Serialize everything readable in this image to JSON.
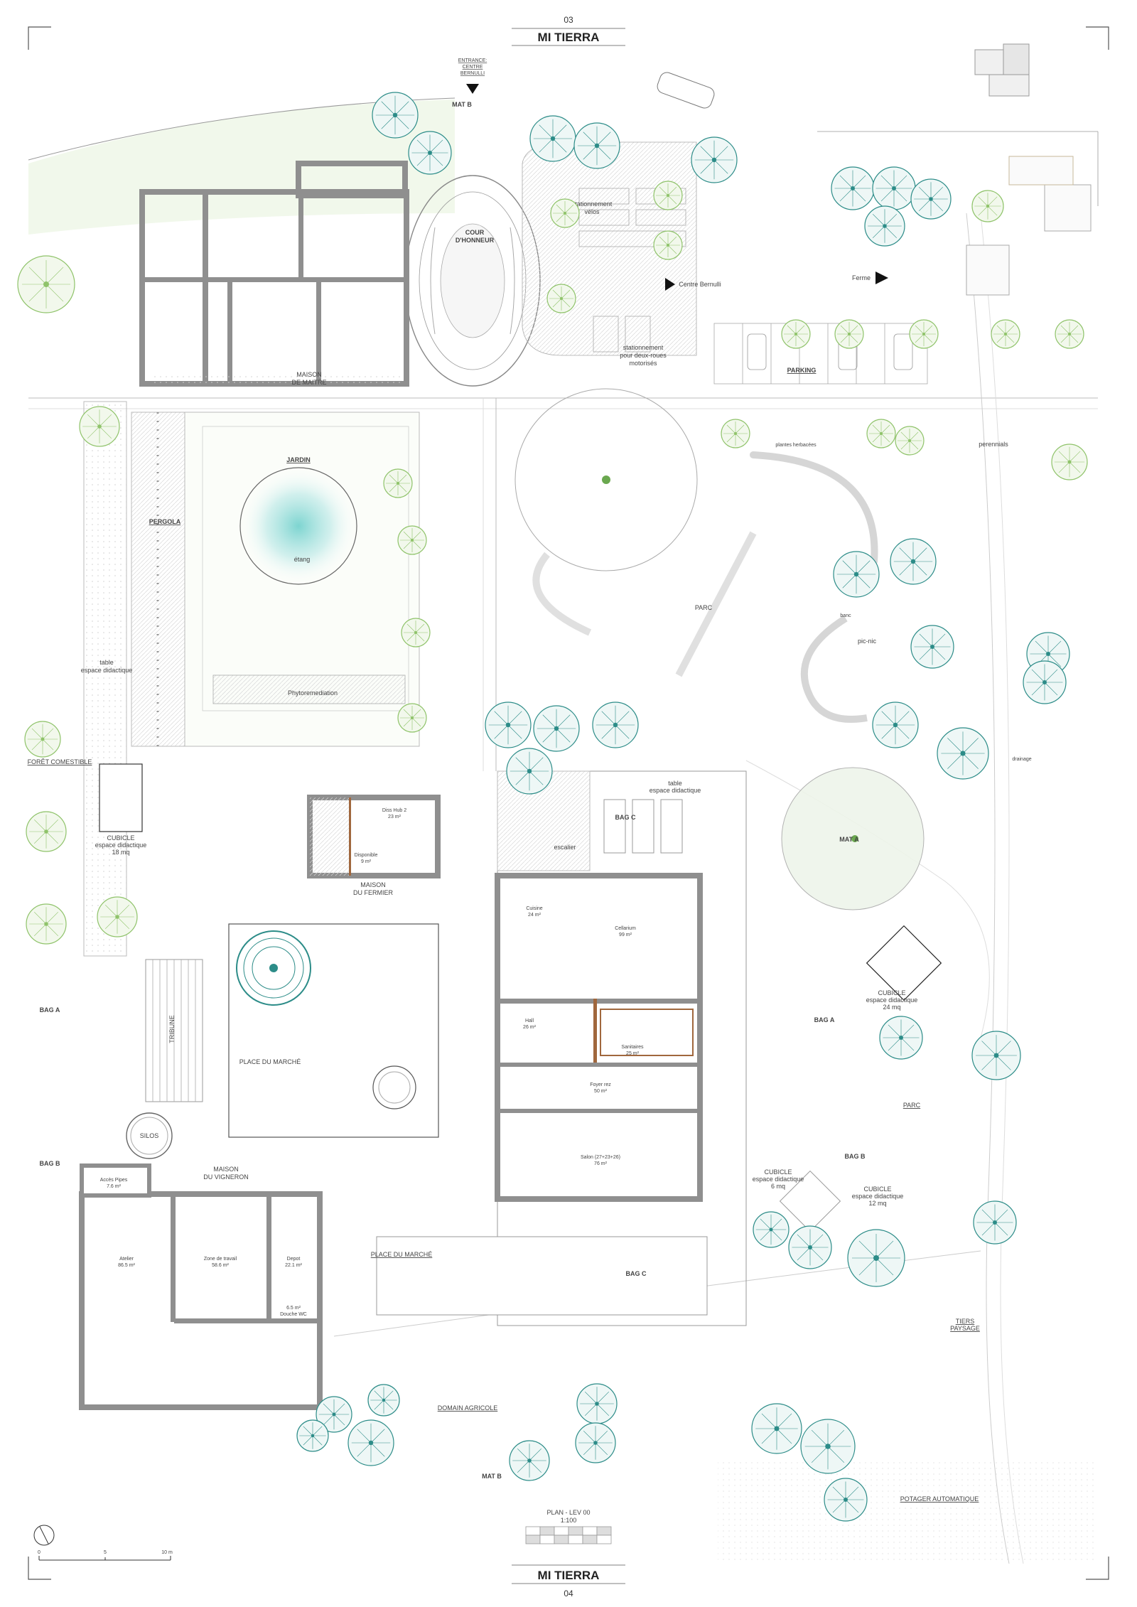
{
  "sheet": {
    "number_top": "03",
    "title_top": "MI TIERRA",
    "title_bottom": "MI TIERRA",
    "number_bottom": "04"
  },
  "entrance": {
    "label1": "ENTRANCE:",
    "label2": "CENTRE",
    "label3": "BERNULLI"
  },
  "plan": {
    "caption": "PLAN - LEV 00",
    "scale": "1:100",
    "scalebar": [
      "0",
      "5",
      "10 m"
    ]
  },
  "buildings": {
    "maison_maitre": [
      "MAISON",
      "DE MAITRE"
    ],
    "maison_fermier": [
      "MAISON",
      "DU FERMIER"
    ],
    "maison_vigneron": [
      "MAISON",
      "DU VIGNERON"
    ],
    "silos": "SILOS",
    "tribune": "TRIBUNE"
  },
  "rooms": {
    "diss_hub": "Diss Hub 2",
    "diss_hub_area": "23 m²",
    "disponible": "Disponible",
    "disponible_area": "9 m²",
    "cuisine": "Cuisine",
    "cuisine_area": "24 m²",
    "cellarium": "Cellarium",
    "cellarium_area": "99 m²",
    "hall": "Hall",
    "hall_area": "26 m²",
    "sanitaires": "Sanitaires",
    "sanitaires_area": "25 m²",
    "foyer": "Foyer rez",
    "foyer_area": "50 m²",
    "salon": "Salon (27+23+26)",
    "salon_area": "76 m²",
    "atelier": "Atelier",
    "atelier_area": "86.5 m²",
    "zone_travail": "Zone de travail",
    "zone_travail_area": "58.6 m²",
    "depot": "Depot",
    "depot_area": "22.1 m²",
    "acces": "Accès Pipes",
    "acces_area": "7.6 m²",
    "douche": "Douche WC",
    "douche_area": "6.5 m²"
  },
  "areas": {
    "cour": [
      "COUR",
      "D'HONNEUR"
    ],
    "stationnement": [
      "stationnement",
      "vélos"
    ],
    "stationnement_moto": [
      "stationnement",
      "pour deux-roues",
      "motorisés"
    ],
    "centre_bernulli": "Centre Bernulli",
    "ferme": "Ferme",
    "parking": "PARKING",
    "jardin": "JARDIN",
    "etang": "étang",
    "pergola": "PERGOLA",
    "phytoremediation": "Phytoremediation",
    "parc1": "PARC",
    "parc2": "PARC",
    "place_marche1": "PLACE DU MARCHÉ",
    "place_marche2": "PLACE DU MARCHÉ",
    "foret": "FORÊT COMESTIBLE",
    "domain_agricole": "DOMAIN AGRICOLE",
    "potager": "POTAGER AUTOMATIQUE",
    "tiers_paysage": [
      "TIERS",
      "PAYSAGE"
    ],
    "escalier": "escalier",
    "table_didactique": [
      "table",
      "espace didactique"
    ],
    "table_didactique2": [
      "table",
      "espace didactique"
    ],
    "pic_nic": "pic-nic",
    "perennials": "perennials",
    "drainage": "drainage",
    "plantes_herbacees": "plantes herbacées",
    "banc": "banc"
  },
  "cubicles": {
    "c1": [
      "CUBICLE",
      "espace didactique",
      "18 mq"
    ],
    "c2": [
      "CUBICLE",
      "espace didactique",
      "24 mq"
    ],
    "c3": [
      "CUBICLE",
      "espace didactique",
      "6 mq"
    ],
    "c4": [
      "CUBICLE",
      "espace didactique",
      "12 mq"
    ]
  },
  "section_marks": {
    "mat_b": "MAT B",
    "mat_a": "MAT A",
    "bag_a": "BAG A",
    "bag_b": "BAG B",
    "bag_c": "BAG C"
  },
  "colors": {
    "wall": "#8f8f8f",
    "tree_teal": "#2c8c88",
    "tree_green": "#8fc36a",
    "water": "#7fd3d0",
    "wood": "#a0673d",
    "path": "#e6e6e6"
  }
}
